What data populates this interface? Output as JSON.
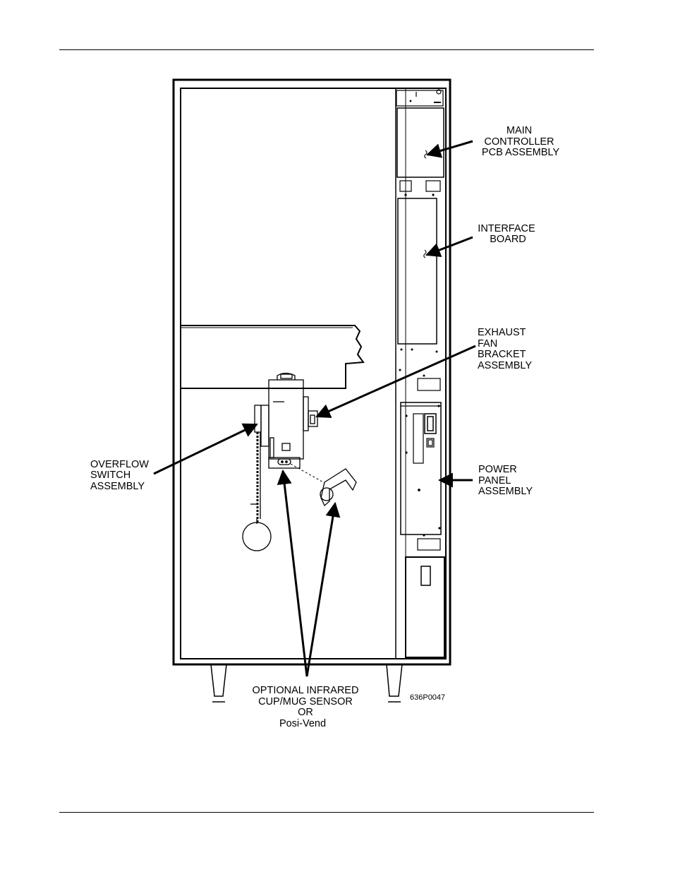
{
  "labels": {
    "main_controller": [
      "MAIN",
      "CONTROLLER",
      "PCB ASSEMBLY"
    ],
    "interface_board": [
      "INTERFACE",
      "BOARD"
    ],
    "exhaust_fan": [
      "EXHAUST",
      "FAN",
      "BRACKET",
      "ASSEMBLY"
    ],
    "power_panel": [
      "POWER",
      "PANEL",
      "ASSEMBLY"
    ],
    "overflow_switch": [
      "OVERFLOW",
      "SWITCH",
      "ASSEMBLY"
    ],
    "infrared_sensor": [
      "OPTIONAL INFRARED",
      "CUP/MUG SENSOR",
      "OR",
      "Posi-Vend"
    ]
  },
  "figure_code": "636P0047"
}
